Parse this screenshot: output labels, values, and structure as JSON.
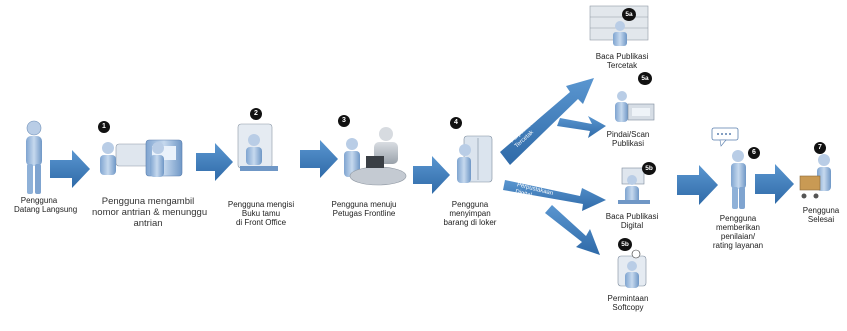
{
  "flow": {
    "steps": {
      "s0": {
        "label": "Pengguna\nDatang Langsung"
      },
      "s1": {
        "badge": "1",
        "label": "Pengguna mengambil\nnomor antrian & menunggu\nantrian"
      },
      "s2": {
        "badge": "2",
        "label": "Pengguna mengisi\nBuku tamu\ndi Front Office"
      },
      "s3": {
        "badge": "3",
        "label": "Pengguna menuju\nPetugas Frontline"
      },
      "s4": {
        "badge": "4",
        "label": "Pengguna\nmenyimpan\nbarang di loker"
      },
      "s5a1": {
        "badge": "5a",
        "label": "Baca Publikasi\nTercetak"
      },
      "s5a2": {
        "badge": "5a",
        "label": "Pindai/Scan\nPublikasi"
      },
      "s5b1": {
        "badge": "5b",
        "label": "Baca Publikasi\nDigital"
      },
      "s5b2": {
        "badge": "5b",
        "label": "Permintaan\nSoftcopy"
      },
      "s6": {
        "badge": "6",
        "label": "Pengguna\nmemberikan\npenilaian/\nrating layanan"
      },
      "s7": {
        "badge": "7",
        "label": "Pengguna\nSelesai"
      }
    },
    "branches": {
      "upper": "Perpustakaan\nTercetak",
      "lower": "Perpustakaan\nDigital"
    }
  },
  "colors": {
    "arrow": "#3f7fbf",
    "figure": "#8fb1d8",
    "badge": "#111111"
  }
}
